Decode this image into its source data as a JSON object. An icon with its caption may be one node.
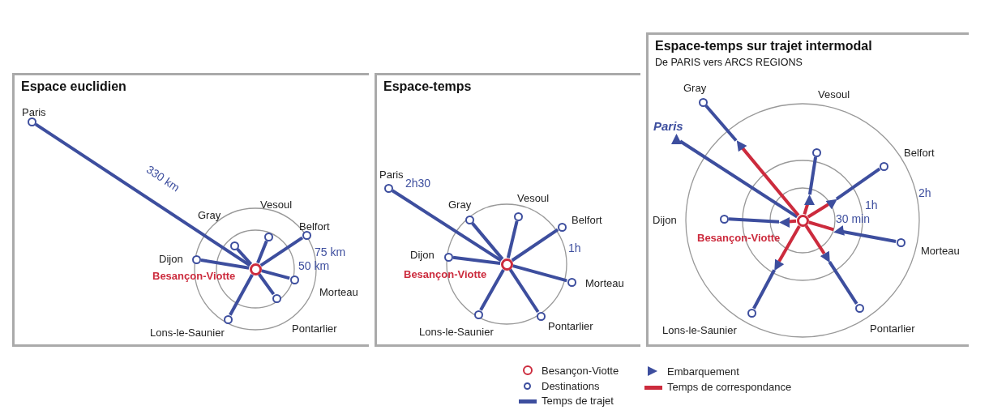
{
  "diagram": {
    "nodes": [
      {
        "text": [
          "Espace euclidien"
        ]
      },
      {
        "text": [],
        "shape": "circle",
        "beside": [
          "Besançon-Viotte"
        ],
        "in": 0
      },
      {
        "text": [],
        "shape": "circle",
        "beside": [
          "Paris"
        ],
        "in": 0
      },
      {
        "text": [],
        "shape": "circle",
        "beside": [
          "Gray"
        ],
        "in": 0
      },
      {
        "text": [],
        "shape": "circle",
        "beside": [
          "Vesoul"
        ],
        "in": 0
      },
      {
        "text": [],
        "shape": "circle",
        "beside": [
          "Belfort"
        ],
        "in": 0
      },
      {
        "text": [],
        "shape": "circle",
        "beside": [
          "Dijon"
        ],
        "in": 0
      },
      {
        "text": [],
        "shape": "circle",
        "beside": [
          "Morteau"
        ],
        "in": 0
      },
      {
        "text": [],
        "shape": "circle",
        "beside": [
          "Pontarlier"
        ],
        "in": 0
      },
      {
        "text": [],
        "shape": "circle",
        "beside": [
          "Lons-le-Saunier"
        ],
        "in": 0
      },
      {
        "text": [
          "Espace-temps"
        ]
      },
      {
        "text": [],
        "shape": "circle",
        "beside": [
          "Besançon-Viotte"
        ],
        "in": 10
      },
      {
        "text": [],
        "shape": "circle",
        "beside": [
          "Paris"
        ],
        "in": 10
      },
      {
        "text": [],
        "shape": "circle",
        "beside": [
          "Gray"
        ],
        "in": 10
      },
      {
        "text": [],
        "shape": "circle",
        "beside": [
          "Vesoul"
        ],
        "in": 10
      },
      {
        "text": [],
        "shape": "circle",
        "beside": [
          "Belfort"
        ],
        "in": 10
      },
      {
        "text": [],
        "shape": "circle",
        "beside": [
          "Dijon"
        ],
        "in": 10
      },
      {
        "text": [],
        "shape": "circle",
        "beside": [
          "Morteau"
        ],
        "in": 10
      },
      {
        "text": [],
        "shape": "circle",
        "beside": [
          "Pontarlier"
        ],
        "in": 10
      },
      {
        "text": [],
        "shape": "circle",
        "beside": [
          "Lons-le-Saunier"
        ],
        "in": 10
      },
      {
        "text": [
          "Espace-temps sur trajet intermodal",
          "De PARIS vers ARCS REGIONS"
        ]
      },
      {
        "text": [],
        "shape": "circle",
        "in": 20
      },
      {
        "text": [],
        "shape": "triangle",
        "beside": [
          "Paris"
        ],
        "in": 20
      },
      {
        "text": [],
        "shape": "circle",
        "beside": [
          "Gray"
        ],
        "in": 20
      },
      {
        "text": [],
        "shape": "circle",
        "in": 20
      },
      {
        "text": [],
        "shape": "circle",
        "beside": [
          "Belfort"
        ],
        "in": 20
      },
      {
        "text": [],
        "shape": "circle",
        "in": 20
      },
      {
        "text": [],
        "shape": "circle",
        "beside": [
          "Morteau"
        ],
        "in": 20
      },
      {
        "text": [],
        "shape": "circle",
        "beside": [
          "Pontarlier"
        ],
        "in": 20
      },
      {
        "text": [],
        "shape": "circle",
        "beside": [
          "Lons-le-Saunier"
        ],
        "in": 20
      },
      {
        "text": [],
        "shape": "triangle",
        "in": 20
      },
      {
        "text": [],
        "shape": "triangle",
        "in": 20
      },
      {
        "text": [],
        "shape": "triangle",
        "in": 20
      },
      {
        "text": [],
        "shape": "triangle",
        "in": 20
      },
      {
        "text": [],
        "shape": "triangle",
        "in": 20
      },
      {
        "text": [],
        "shape": "triangle",
        "in": 20
      },
      {
        "text": [],
        "shape": "triangle",
        "in": 20
      }
    ],
    "edges": [
      {
        "from": 1,
        "to": 2,
        "arrow": "none",
        "label": "330 km"
      },
      {
        "from": 1,
        "to": 3,
        "arrow": "none"
      },
      {
        "from": 1,
        "to": 4,
        "arrow": "none"
      },
      {
        "from": 1,
        "to": 5,
        "arrow": "none"
      },
      {
        "from": 1,
        "to": 6,
        "arrow": "none"
      },
      {
        "from": 1,
        "to": 7,
        "arrow": "none"
      },
      {
        "from": 1,
        "to": 8,
        "arrow": "none"
      },
      {
        "from": 1,
        "to": 9,
        "arrow": "none"
      },
      {
        "from": 11,
        "to": 12,
        "arrow": "none",
        "label": "2h30"
      },
      {
        "from": 11,
        "to": 13,
        "arrow": "none"
      },
      {
        "from": 11,
        "to": 14,
        "arrow": "none"
      },
      {
        "from": 11,
        "to": 15,
        "arrow": "none"
      },
      {
        "from": 11,
        "to": 16,
        "arrow": "none"
      },
      {
        "from": 11,
        "to": 17,
        "arrow": "none"
      },
      {
        "from": 11,
        "to": 18,
        "arrow": "none"
      },
      {
        "from": 11,
        "to": 19,
        "arrow": "none"
      },
      {
        "from": 22,
        "to": 21,
        "arrow": "none"
      },
      {
        "from": 21,
        "to": 30,
        "arrow": "none",
        "color": "#cc2b3d"
      },
      {
        "from": 21,
        "to": 31,
        "arrow": "none",
        "color": "#cc2b3d"
      },
      {
        "from": 21,
        "to": 32,
        "arrow": "none",
        "color": "#cc2b3d"
      },
      {
        "from": 21,
        "to": 33,
        "arrow": "none",
        "color": "#cc2b3d"
      },
      {
        "from": 21,
        "to": 34,
        "arrow": "none",
        "color": "#cc2b3d"
      },
      {
        "from": 21,
        "to": 35,
        "arrow": "none",
        "color": "#cc2b3d"
      },
      {
        "from": 21,
        "to": 36,
        "arrow": "none",
        "color": "#cc2b3d"
      },
      {
        "from": 30,
        "to": 23,
        "arrow": "none"
      },
      {
        "from": 31,
        "to": 24,
        "arrow": "none"
      },
      {
        "from": 32,
        "to": 25,
        "arrow": "none"
      },
      {
        "from": 33,
        "to": 26,
        "arrow": "none"
      },
      {
        "from": 34,
        "to": 27,
        "arrow": "none"
      },
      {
        "from": 35,
        "to": 28,
        "arrow": "none"
      },
      {
        "from": 36,
        "to": 29,
        "arrow": "none"
      }
    ],
    "labels": [
      "75 km",
      "50 km",
      "1h",
      "Vesoul",
      "2h",
      "1h",
      "30 min",
      "Dijon",
      "Besançon-Viotte"
    ],
    "legend": [
      {
        "text": "Besançon-Viotte"
      },
      {
        "text": "Destinations"
      },
      {
        "text": "Temps de trajet",
        "color": "#3d4e9e"
      },
      {
        "text": "Embarquement"
      },
      {
        "text": "Temps de correspondance",
        "color": "#cc2b3d"
      }
    ]
  }
}
